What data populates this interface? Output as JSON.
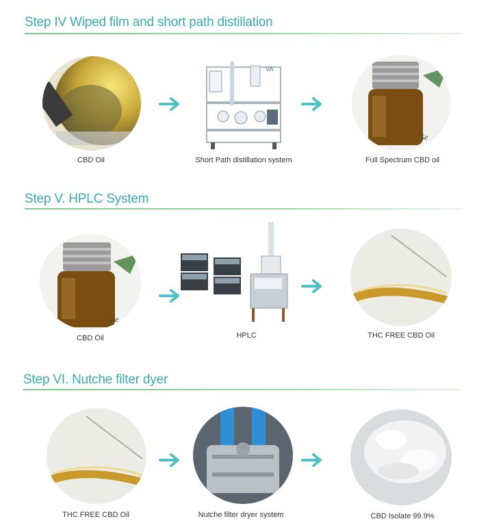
{
  "sections": [
    {
      "title": "Step IV Wiped film and short path distillation",
      "items": [
        {
          "caption": "CBD Oil"
        },
        {
          "caption": "Short Path distillation system"
        },
        {
          "caption": "Full Spectrum CBD oil"
        }
      ]
    },
    {
      "title": "Step V. HPLC System",
      "items": [
        {
          "caption": "CBD Oil"
        },
        {
          "caption": "HPLC"
        },
        {
          "caption": "THC FREE CBD Oil"
        }
      ]
    },
    {
      "title": "Step VI. Nutche filter dyer",
      "items": [
        {
          "caption": "THC FREE CBD Oil"
        },
        {
          "caption": "Nutche filter dryer system"
        },
        {
          "caption": "CBD Isolate 99.9%"
        }
      ]
    }
  ],
  "colors": {
    "title": "#39a9ab",
    "arrow": "#4dc1c4",
    "rule": "#7fc78f"
  },
  "icons": [
    "arrow-right-icon"
  ]
}
